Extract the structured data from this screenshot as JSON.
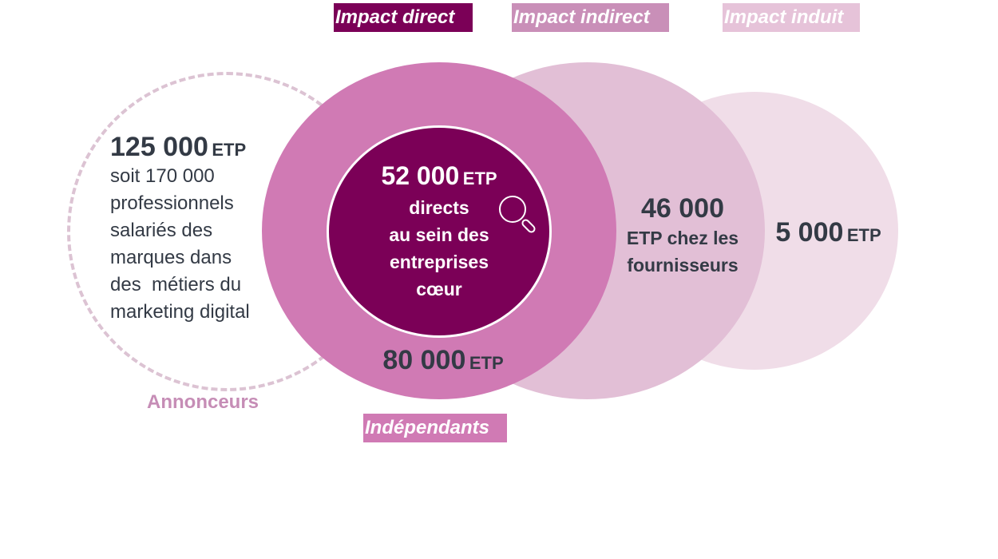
{
  "colors": {
    "direct": "#7b0057",
    "main": "#d07ab4",
    "indirect": "#e2bfd6",
    "induit": "#f0dde8",
    "text": "#333a45",
    "annonceurs": "#c68db6"
  },
  "tags": {
    "direct": "Impact direct",
    "indirect": "Impact indirect",
    "induit": "Impact induit",
    "independants": "Indépendants",
    "annonceurs": "Annonceurs"
  },
  "annonceurs": {
    "value": "125 000",
    "unit": "ETP",
    "lines": [
      "soit 170 000",
      "professionnels",
      "salariés des",
      "marques dans",
      "des  métiers du",
      "marketing digital"
    ]
  },
  "core": {
    "value": "52 000",
    "unit": "ETP",
    "lines": [
      "directs",
      "au sein des",
      "entreprises",
      "cœur"
    ],
    "icon": "magnifier-icon"
  },
  "independants": {
    "value": "80 000",
    "unit": "ETP"
  },
  "indirect": {
    "value": "46 000",
    "lines": [
      "ETP chez les",
      "fournisseurs"
    ]
  },
  "induit": {
    "value": "5 000",
    "unit": "ETP"
  }
}
